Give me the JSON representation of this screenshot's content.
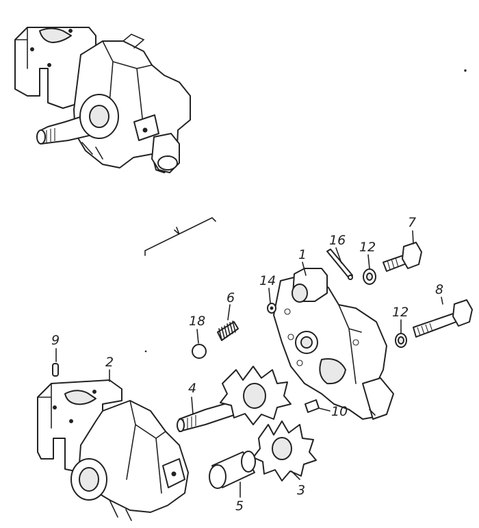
{
  "diagram": {
    "callouts": [
      {
        "id": "c1",
        "text": "1"
      },
      {
        "id": "c2",
        "text": "2"
      },
      {
        "id": "c3",
        "text": "3"
      },
      {
        "id": "c4",
        "text": "4"
      },
      {
        "id": "c5",
        "text": "5"
      },
      {
        "id": "c6",
        "text": "6"
      },
      {
        "id": "c7",
        "text": "7"
      },
      {
        "id": "c8",
        "text": "8"
      },
      {
        "id": "c9",
        "text": "9"
      },
      {
        "id": "c10",
        "text": "10"
      },
      {
        "id": "c12a",
        "text": "12"
      },
      {
        "id": "c12b",
        "text": "12"
      },
      {
        "id": "c14",
        "text": "14"
      },
      {
        "id": "c16",
        "text": "16"
      },
      {
        "id": "c18",
        "text": "18"
      }
    ]
  }
}
